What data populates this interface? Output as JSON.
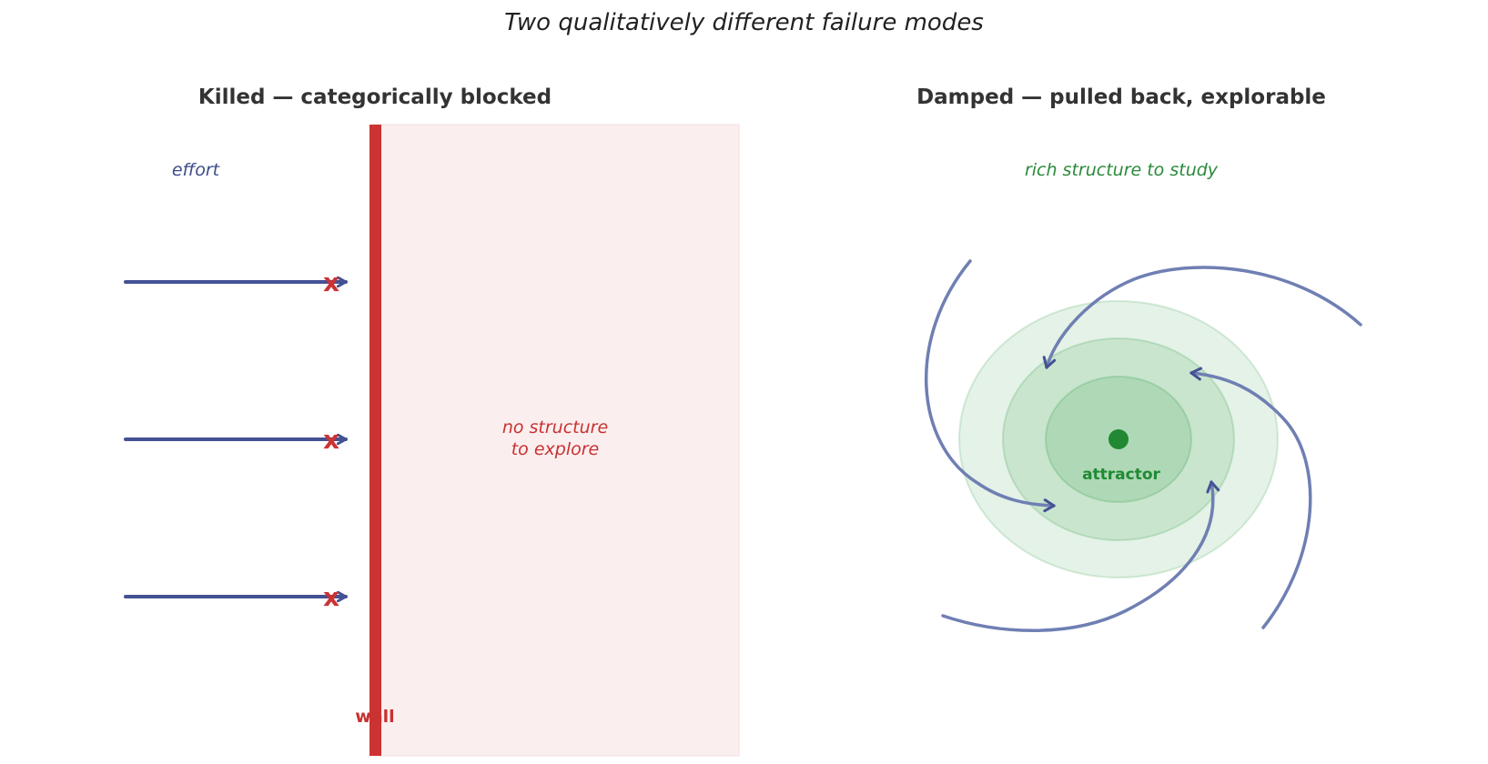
{
  "title": "Two qualitatively different failure modes",
  "left_panel": {
    "title": "Killed — categorically blocked",
    "effort_label": "effort",
    "blocked_label": "no structure\nto explore",
    "wall_label": "wall",
    "block_mark": "x",
    "arrow_count": 3
  },
  "right_panel": {
    "title": "Damped — pulled back, explorable",
    "structure_label": "rich structure to study",
    "attractor_label": "attractor"
  },
  "colors": {
    "wall": "#cc3333",
    "blocked_region": "#fbeeee",
    "effort_arrow": "#445193",
    "spiral": "#6f7fb3",
    "basin": "#2e9a44",
    "attractor": "#228833",
    "title_text": "#333333"
  }
}
